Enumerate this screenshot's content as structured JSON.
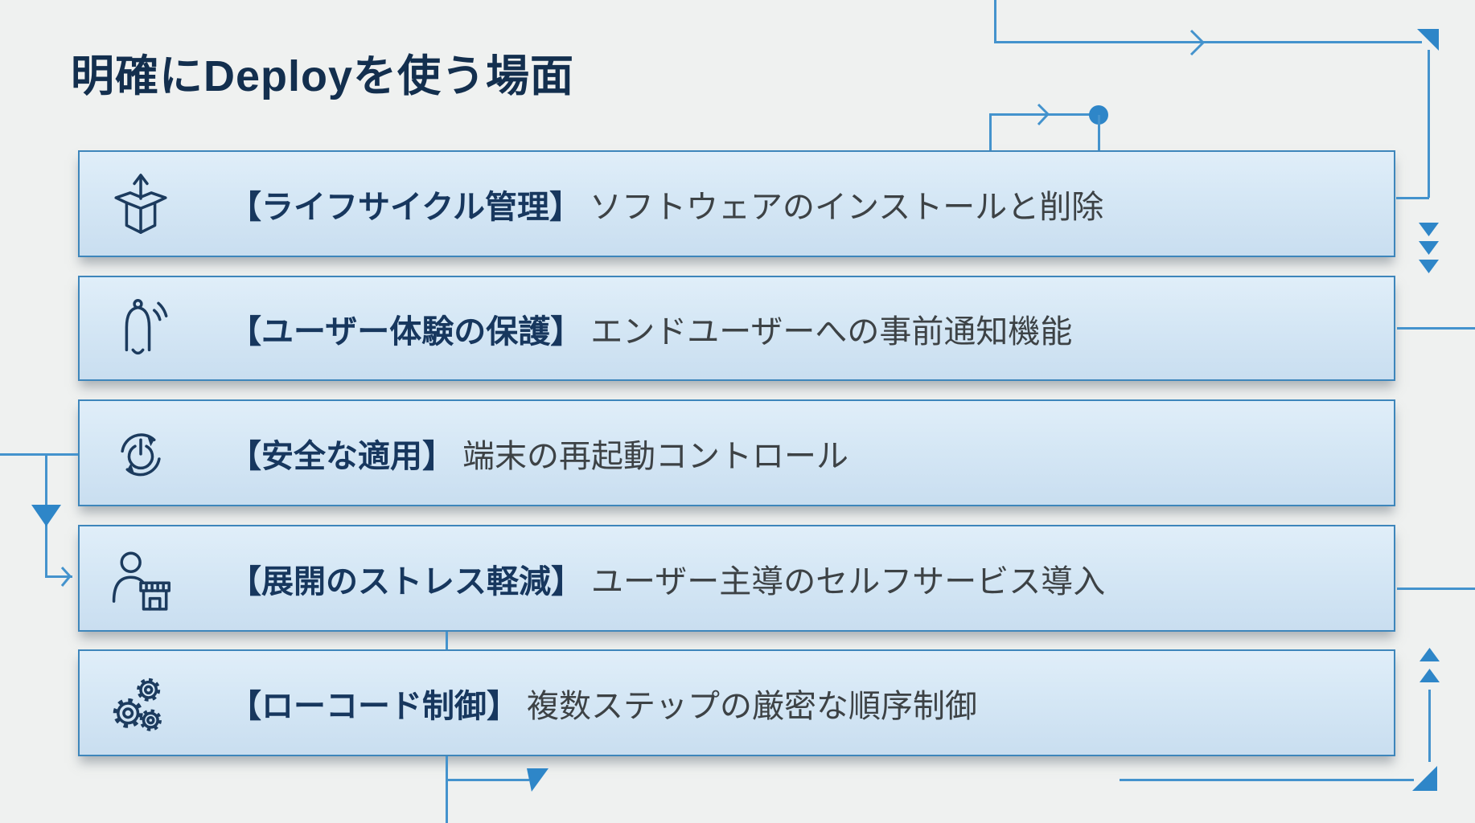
{
  "title": "明確にDeployを使う場面",
  "rows": [
    {
      "icon": "package-icon",
      "heading": "【ライフサイクル管理】",
      "description": "ソフトウェアのインストールと削除"
    },
    {
      "icon": "bell-icon",
      "heading": "【ユーザー体験の保護】",
      "description": "エンドユーザーへの事前通知機能"
    },
    {
      "icon": "restart-icon",
      "heading": "【安全な適用】",
      "description": "端末の再起動コントロール"
    },
    {
      "icon": "self-service-icon",
      "heading": "【展開のストレス軽減】",
      "description": "ユーザー主導のセルフサービス導入"
    },
    {
      "icon": "gears-icon",
      "heading": "【ローコード制御】",
      "description": "複数ステップの厳密な順序制御"
    }
  ],
  "colors": {
    "background": "#eff1f0",
    "card_background": "#d5e7f5",
    "card_border": "#3e86bb",
    "heading_text": "#17375e",
    "body_text": "#3d4245",
    "title_text": "#132f4e",
    "connector_line": "#4493cd",
    "connector_fill": "#2e86c8",
    "icon_stroke": "#1c3b5e"
  }
}
